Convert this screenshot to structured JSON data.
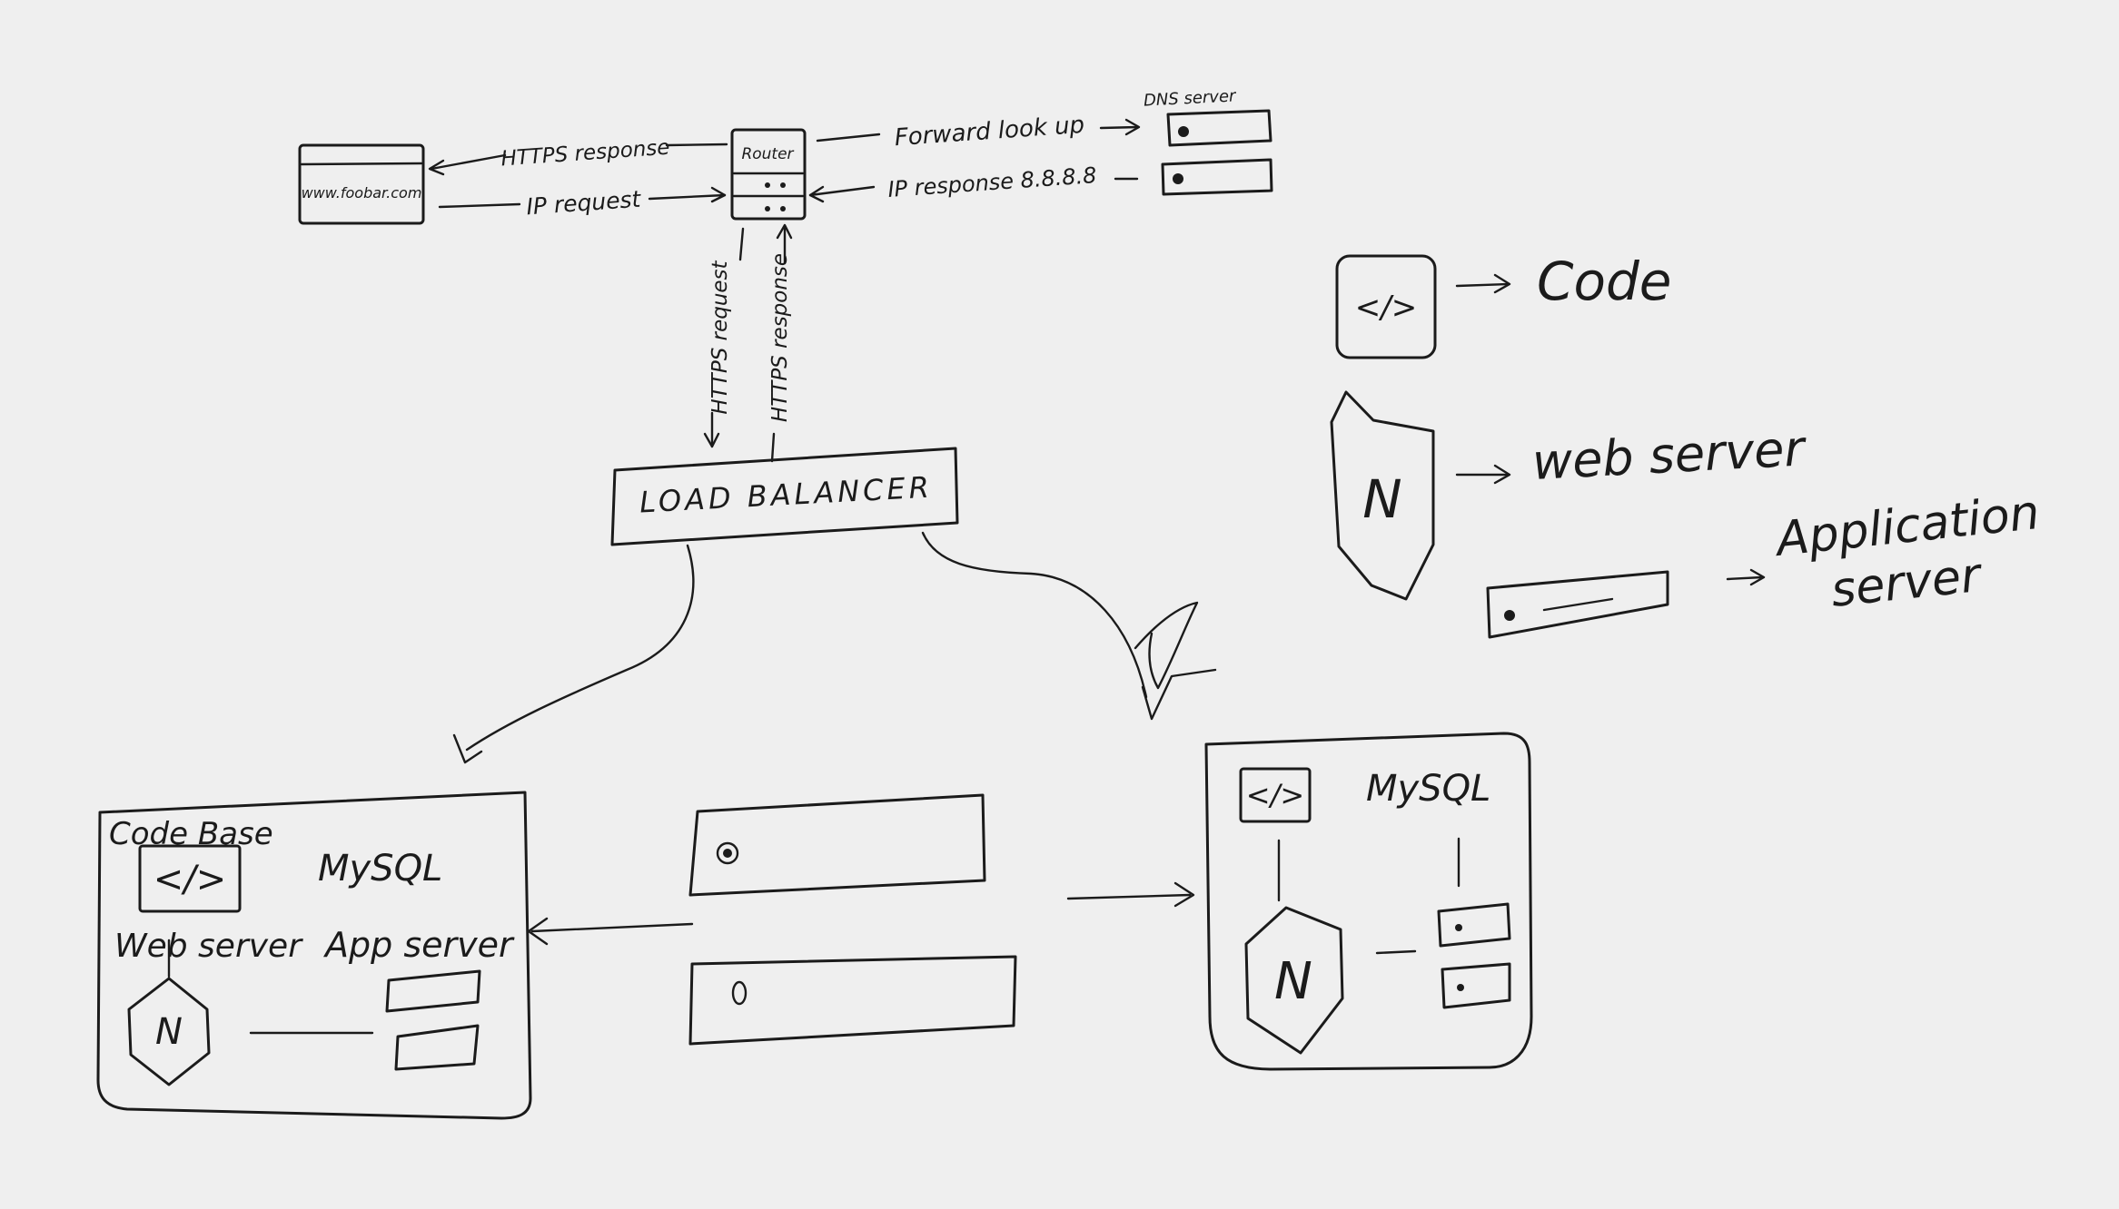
{
  "browser": {
    "url": "www.foobar.com"
  },
  "router": {
    "label": "Router"
  },
  "dns": {
    "label": "DNS server"
  },
  "arrows": {
    "https_response": "HTTPS response",
    "ip_request": "IP request",
    "forward_lookup": "Forward look up",
    "ip_response": "IP response 8.8.8.8",
    "https_request_down": "HTTPS request",
    "https_response_up": "HTTPS response"
  },
  "load_balancer": {
    "label": "LOAD BALANCER"
  },
  "legend": {
    "code": {
      "symbol": "</>",
      "label": "Code"
    },
    "web_server": {
      "symbol": "N",
      "label": "web server"
    },
    "app_server": {
      "label_line1": "Application",
      "label_line2": "server"
    }
  },
  "left_cluster": {
    "title": "Code Base",
    "code_symbol": "</>",
    "mysql": "MySQL",
    "web_server": "Web server",
    "app_server": "App server",
    "nginx": "N"
  },
  "right_cluster": {
    "code_symbol": "</>",
    "mysql": "MySQL",
    "nginx": "N"
  }
}
